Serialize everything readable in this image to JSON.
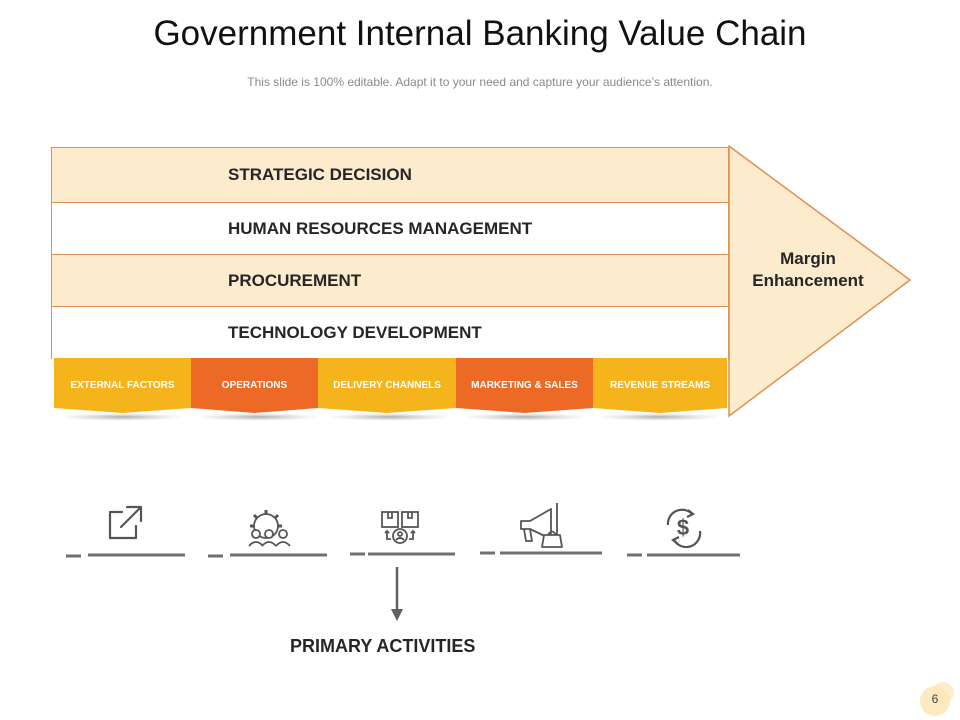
{
  "title": "Government Internal Banking Value Chain",
  "subtitle": "This slide is 100% editable. Adapt it to your need and capture your audience’s attention.",
  "support_activities": [
    "STRATEGIC DECISION",
    "HUMAN RESOURCES MANAGEMENT",
    "PROCUREMENT",
    "TECHNOLOGY DEVELOPMENT"
  ],
  "margin_label": "Margin Enhancement",
  "primary_activities": [
    {
      "label": "EXTERNAL FACTORS",
      "color": "#f5b41c",
      "icon": "external-link-icon"
    },
    {
      "label": "OPERATIONS",
      "color": "#ec6a25",
      "icon": "gear-team-icon"
    },
    {
      "label": "DELIVERY CHANNELS",
      "color": "#f5b41c",
      "icon": "delivery-boxes-icon"
    },
    {
      "label": "MARKETING & SALES",
      "color": "#ec6a25",
      "icon": "megaphone-bag-icon"
    },
    {
      "label": "REVENUE STREAMS",
      "color": "#f5b41c",
      "icon": "dollar-cycle-icon"
    }
  ],
  "primary_activities_label": "PRIMARY ACTIVITIES",
  "page_number": "6",
  "colors": {
    "accent_light": "#fcebcd",
    "accent_orange": "#ec6a25",
    "accent_yellow": "#f5b41c",
    "border": "#e09050"
  }
}
